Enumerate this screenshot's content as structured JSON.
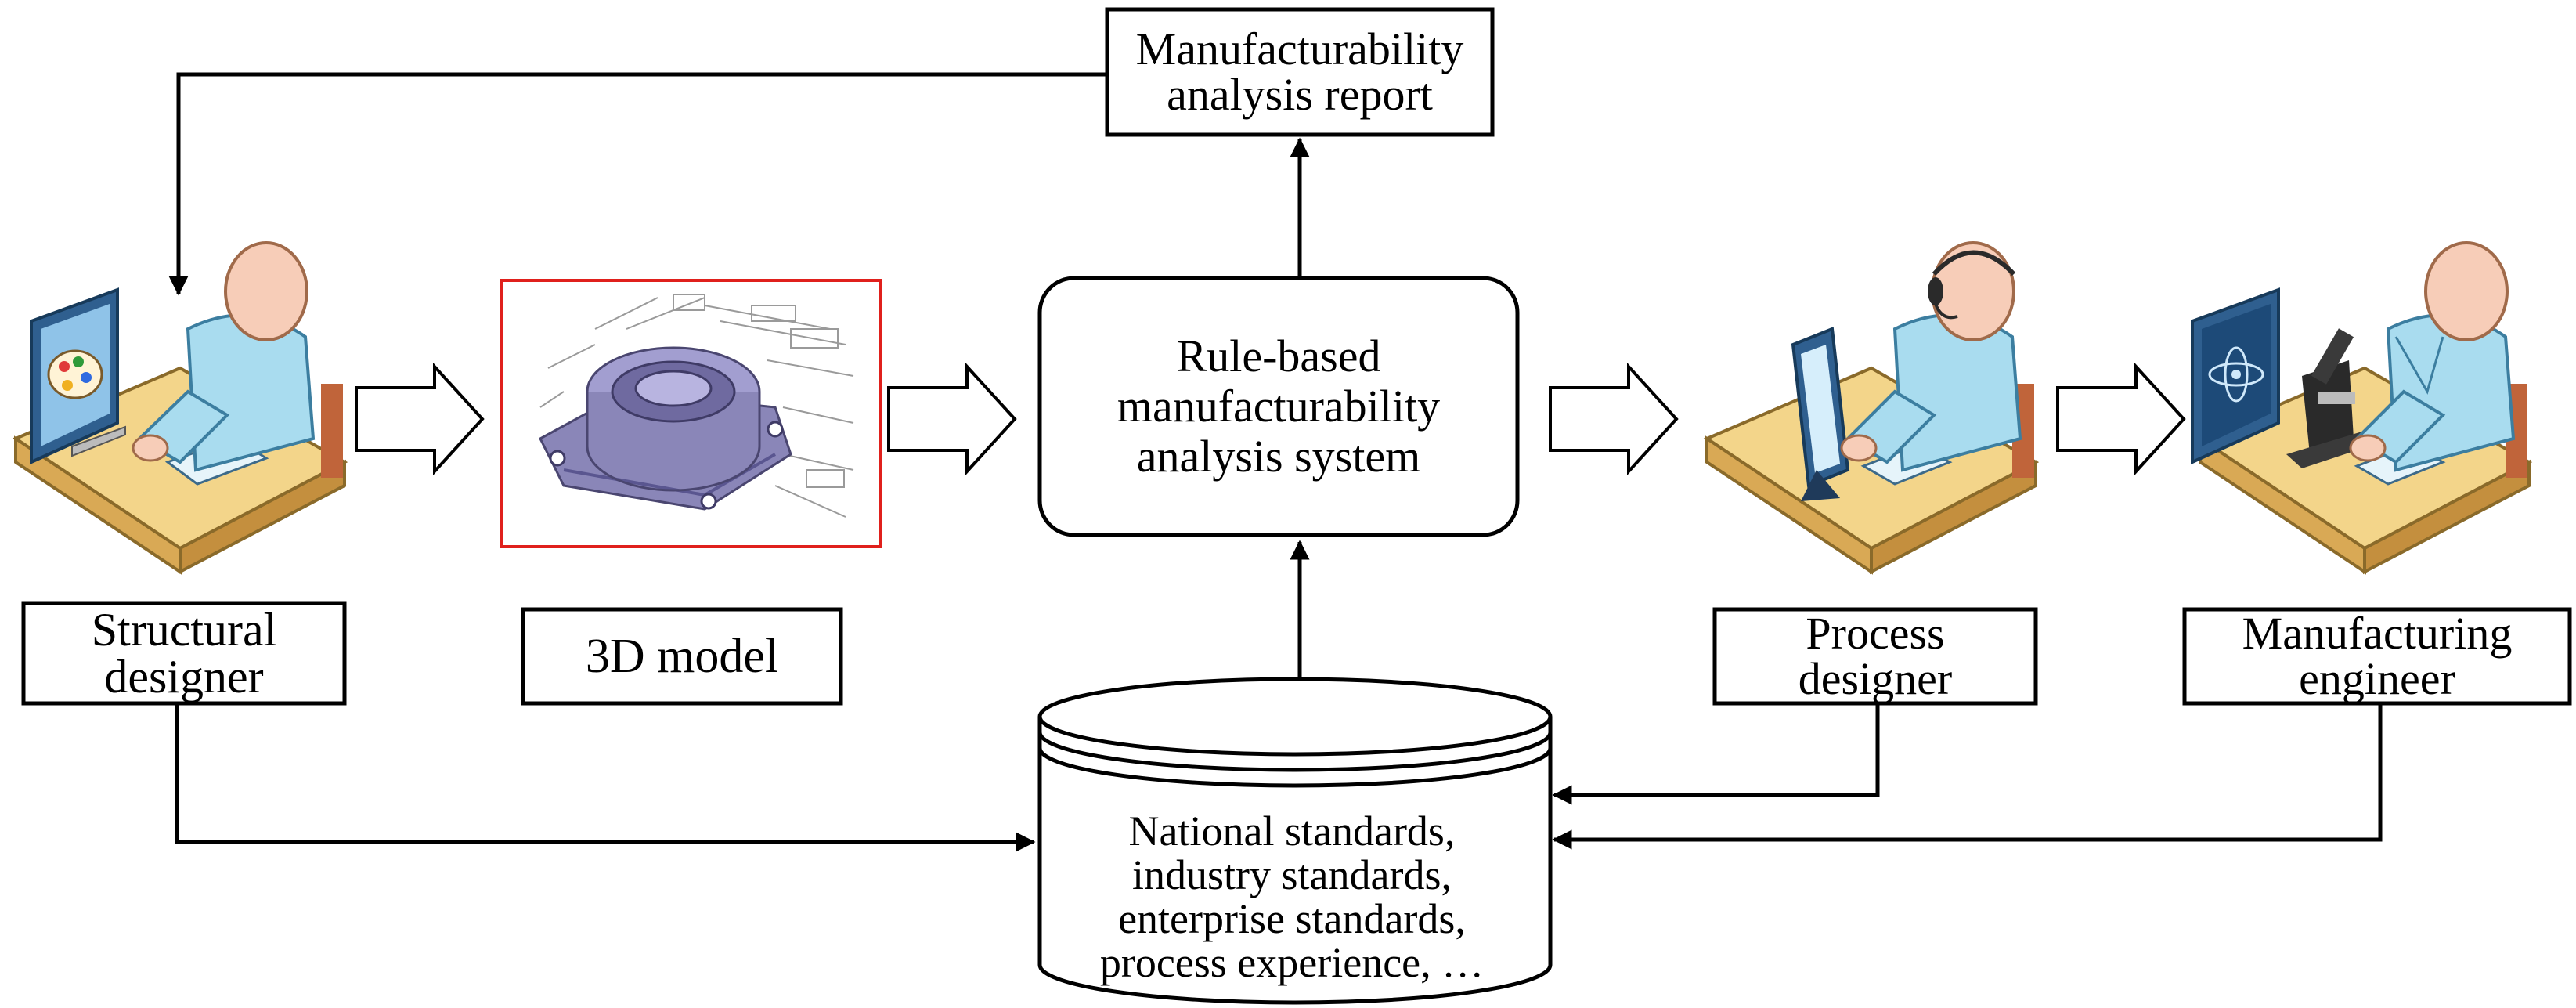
{
  "report": {
    "line1": "Manufacturability",
    "line2": "analysis report"
  },
  "system": {
    "line1": "Rule-based",
    "line2": "manufacturability",
    "line3": "analysis system"
  },
  "actors": {
    "structural_designer": {
      "line1": "Structural",
      "line2": "designer",
      "icon": "designer-at-computer-with-palette-icon"
    },
    "process_designer": {
      "line1": "Process",
      "line2": "designer",
      "icon": "designer-with-headset-at-monitor-icon"
    },
    "manufacturing_engineer": {
      "line1": "Manufacturing",
      "line2": "engineer",
      "icon": "engineer-with-microscope-icon"
    }
  },
  "model": {
    "label": "3D model",
    "image": "cad-part-drawing-image"
  },
  "database": {
    "line1": "National standards,",
    "line2": "industry standards,",
    "line3": "enterprise standards,",
    "line4": "process experience, …"
  },
  "colors": {
    "line": "#000000",
    "model_border": "#e0201c",
    "desk": "#f3d58a",
    "desk_edge": "#b98a3a",
    "person_body": "#a9dcef",
    "person_skin": "#f7cdb8",
    "monitor": "#2f5f8f",
    "part": "#8a86b8"
  }
}
